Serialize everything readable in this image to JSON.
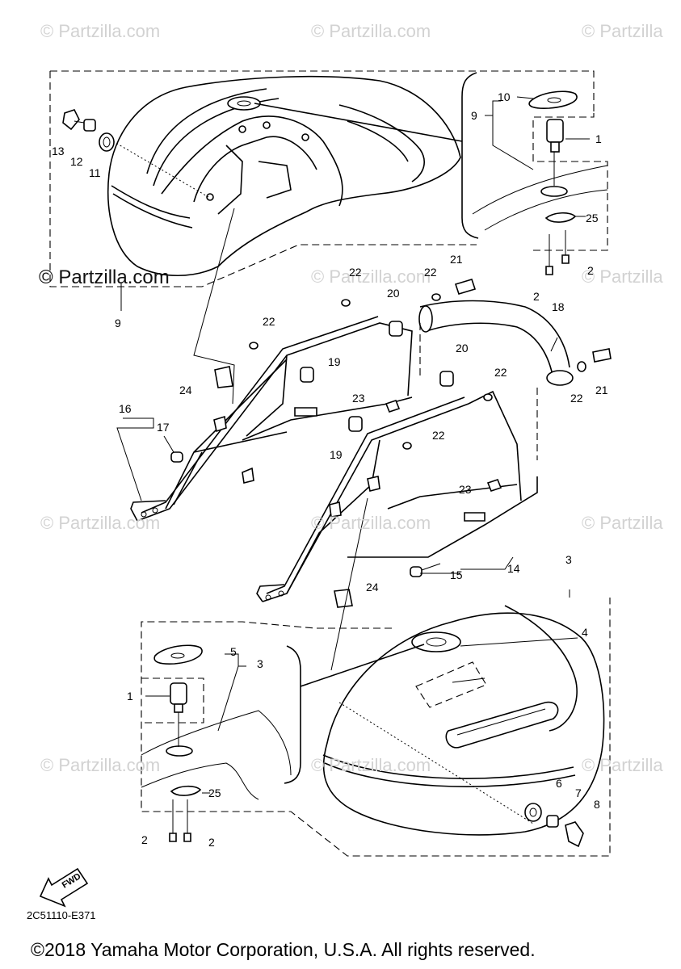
{
  "watermarks": {
    "text": "© Partzilla.com",
    "text_cut": "© Partzilla",
    "text_dark": "© Partzilla.com"
  },
  "callouts": {
    "c1a": "1",
    "c1b": "1",
    "c2a": "2",
    "c2b": "2",
    "c2c": "2",
    "c2d": "2",
    "c3a": "3",
    "c3b": "3",
    "c4": "4",
    "c5": "5",
    "c6": "6",
    "c7": "7",
    "c8": "8",
    "c9a": "9",
    "c9b": "9",
    "c10": "10",
    "c11": "11",
    "c12": "12",
    "c13": "13",
    "c14": "14",
    "c15": "15",
    "c16": "16",
    "c17": "17",
    "c18": "18",
    "c19a": "19",
    "c19b": "19",
    "c20a": "20",
    "c20b": "20",
    "c21a": "21",
    "c21b": "21",
    "c22a": "22",
    "c22b": "22",
    "c22c": "22",
    "c22d": "22",
    "c22e": "22",
    "c22f": "22",
    "c23a": "23",
    "c23b": "23",
    "c24a": "24",
    "c24b": "24",
    "c25a": "25",
    "c25b": "25"
  },
  "fwd_label": "FWD",
  "diagram_code": "2C51110-E371",
  "copyright": "©2018 Yamaha Motor Corporation, U.S.A. All rights reserved."
}
